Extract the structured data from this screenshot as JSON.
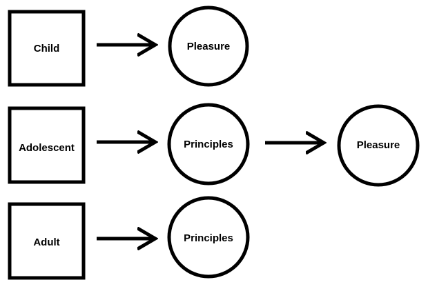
{
  "colors": {
    "stroke": "#000000",
    "background": "#ffffff"
  },
  "rows": [
    {
      "stage": "Child",
      "nodes": [
        "Pleasure"
      ]
    },
    {
      "stage": "Adolescent",
      "nodes": [
        "Principles",
        "Pleasure"
      ]
    },
    {
      "stage": "Adult",
      "nodes": [
        "Principles"
      ]
    }
  ]
}
